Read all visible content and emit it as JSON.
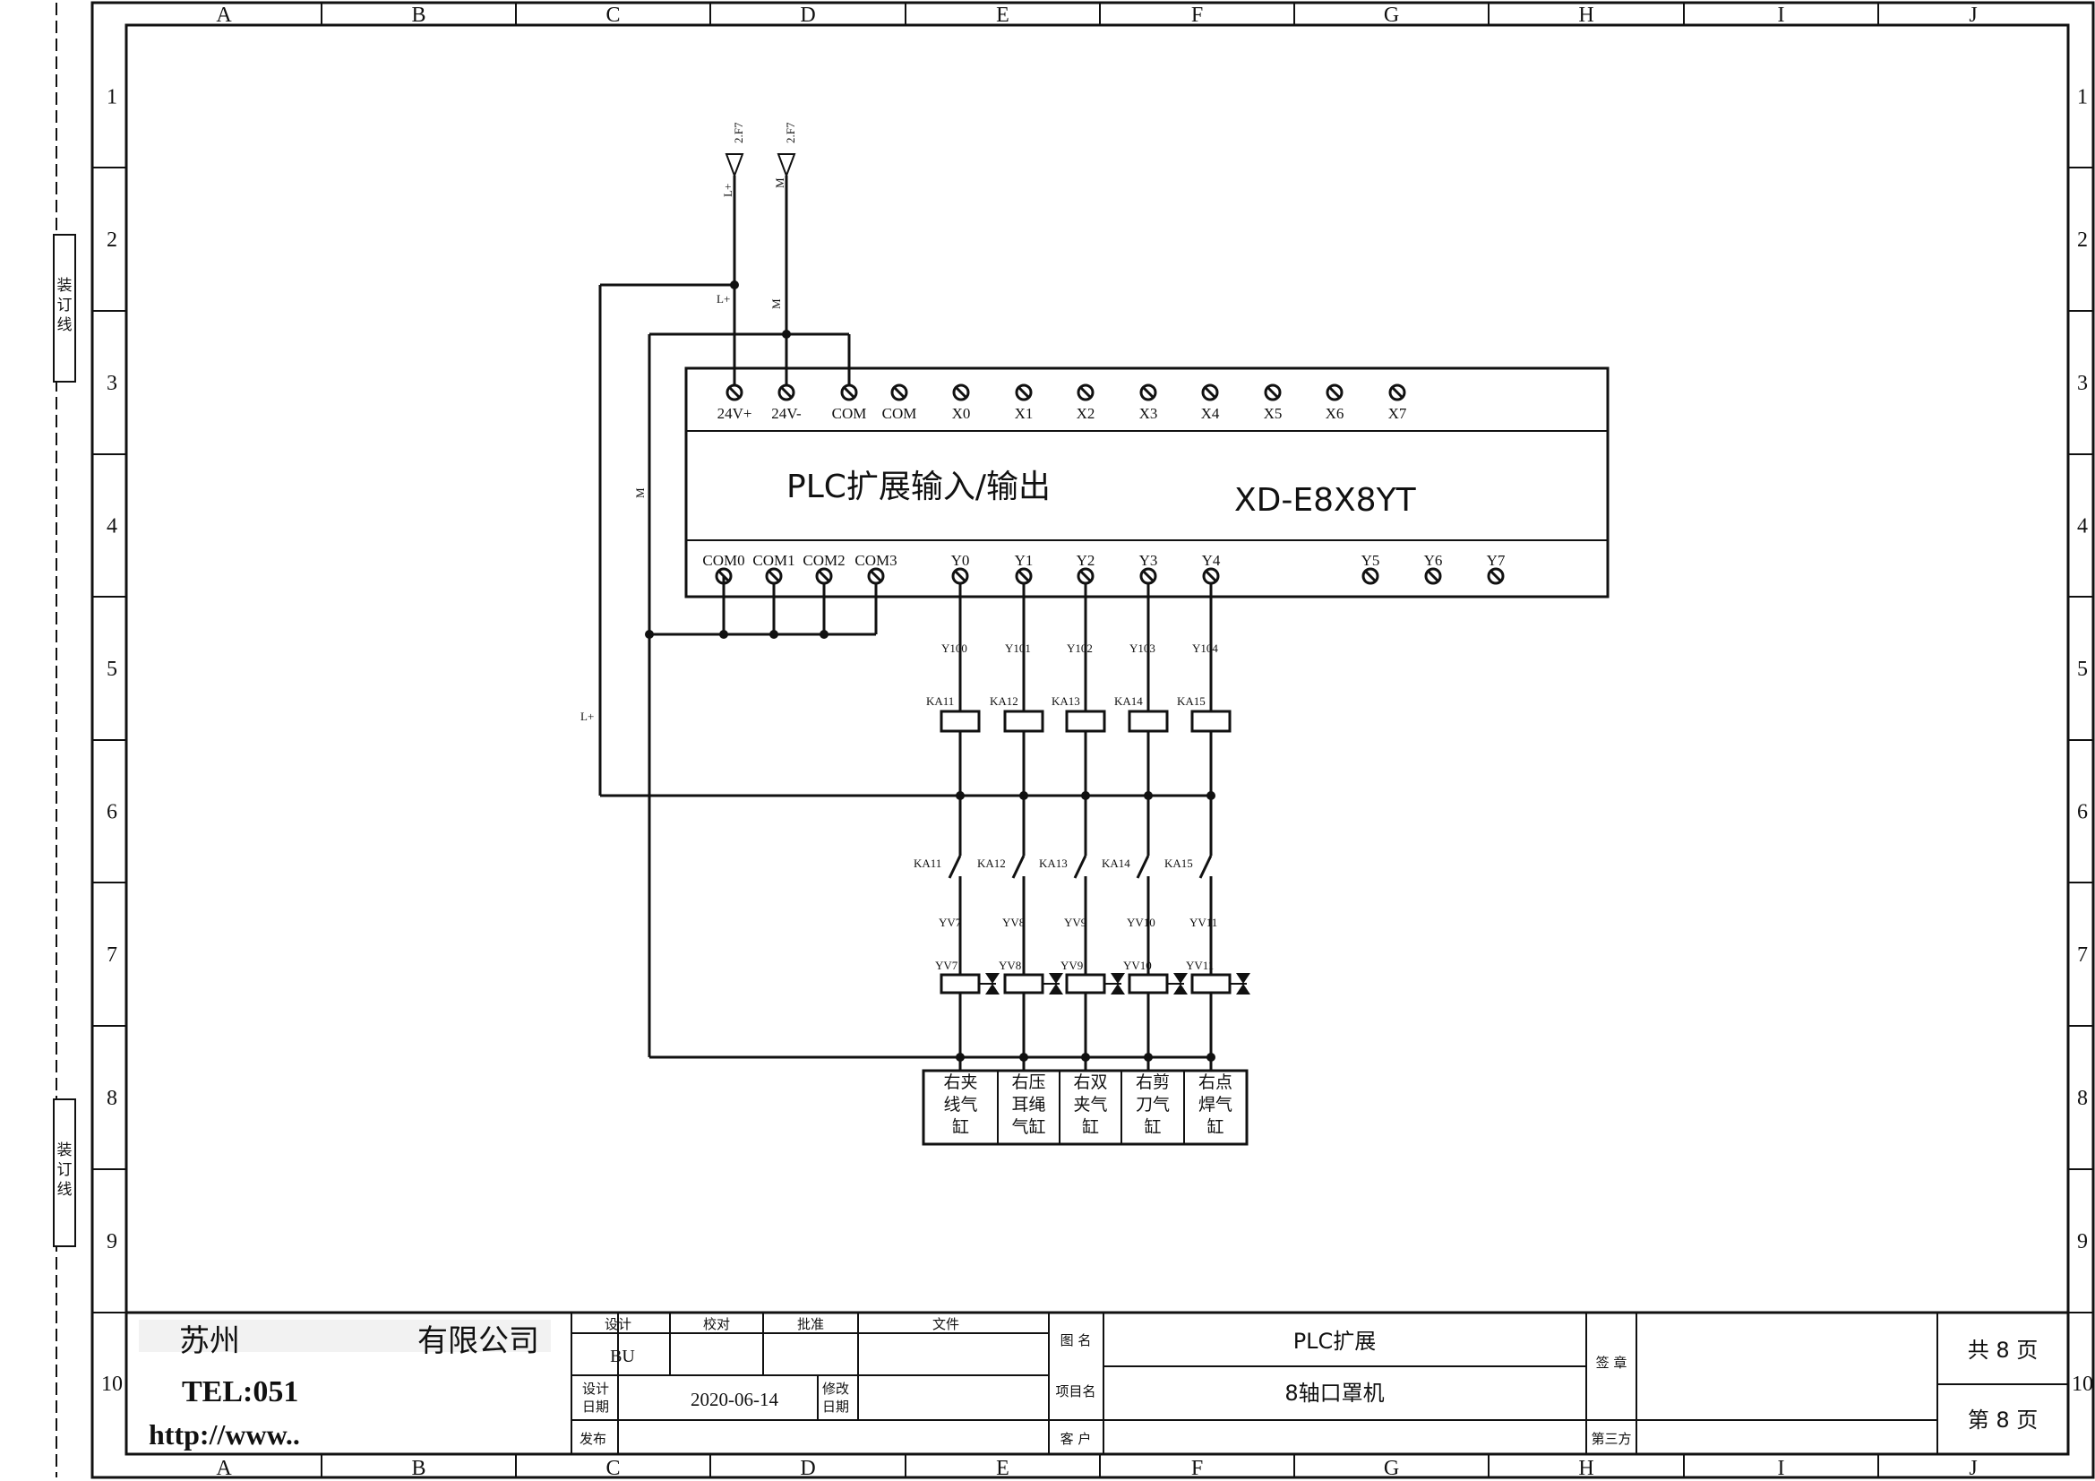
{
  "grid": {
    "columns": [
      "A",
      "B",
      "C",
      "D",
      "E",
      "F",
      "G",
      "H",
      "I",
      "J"
    ],
    "rows": [
      "1",
      "2",
      "3",
      "4",
      "5",
      "6",
      "7",
      "8",
      "9",
      "10"
    ]
  },
  "binding": {
    "label": "装订线"
  },
  "signals": {
    "lplus_ref": "2.F7",
    "m_ref": "2.F7",
    "lplus": "L+",
    "m": "M",
    "lplus_wire": "L+",
    "m_wire": "M",
    "lplus_left": "L+",
    "m_left": "M"
  },
  "plc": {
    "title": "PLC扩展输入/输出",
    "model": "XD-E8X8YT",
    "top_terminals": [
      "24V+",
      "24V-",
      "COM",
      "COM",
      "X0",
      "X1",
      "X2",
      "X3",
      "X4",
      "X5",
      "X6",
      "X7"
    ],
    "bottom_terminals": [
      "COM0",
      "COM1",
      "COM2",
      "COM3",
      "Y0",
      "Y1",
      "Y2",
      "Y3",
      "Y4",
      "Y5",
      "Y6",
      "Y7"
    ]
  },
  "channels": [
    {
      "wire": "Y100",
      "relay": "KA11",
      "contact": "KA11",
      "valve_wire": "YV7",
      "valve": "YV7",
      "load": "右夹线气缸"
    },
    {
      "wire": "Y101",
      "relay": "KA12",
      "contact": "KA12",
      "valve_wire": "YV8",
      "valve": "YV8",
      "load": "右压耳绳气缸"
    },
    {
      "wire": "Y102",
      "relay": "KA13",
      "contact": "KA13",
      "valve_wire": "YV9",
      "valve": "YV9",
      "load": "右双夹气缸"
    },
    {
      "wire": "Y103",
      "relay": "KA14",
      "contact": "KA14",
      "valve_wire": "YV10",
      "valve": "YV10",
      "load": "右剪刀气缸"
    },
    {
      "wire": "Y104",
      "relay": "KA15",
      "contact": "KA15",
      "valve_wire": "YV11",
      "valve": "YV11",
      "load": "右点焊气缸"
    }
  ],
  "title_block": {
    "company": "有限公司",
    "company_prefix": "苏州",
    "tel": "TEL:051",
    "web": "http://www..",
    "labels": {
      "design": "设计",
      "check": "校对",
      "approve": "批准",
      "file": "文件",
      "design_date": "设计日期",
      "revise_date": "修改日期",
      "publish": "发布",
      "drawing_name": "图 名",
      "project": "项目名",
      "customer": "客 户",
      "sign": "签 章",
      "third_party": "第三方"
    },
    "designer": "BU",
    "date": "2020-06-14",
    "drawing_name": "PLC扩展",
    "project": "8轴口罩机",
    "total_pages": "共 8 页",
    "page": "第 8 页"
  }
}
